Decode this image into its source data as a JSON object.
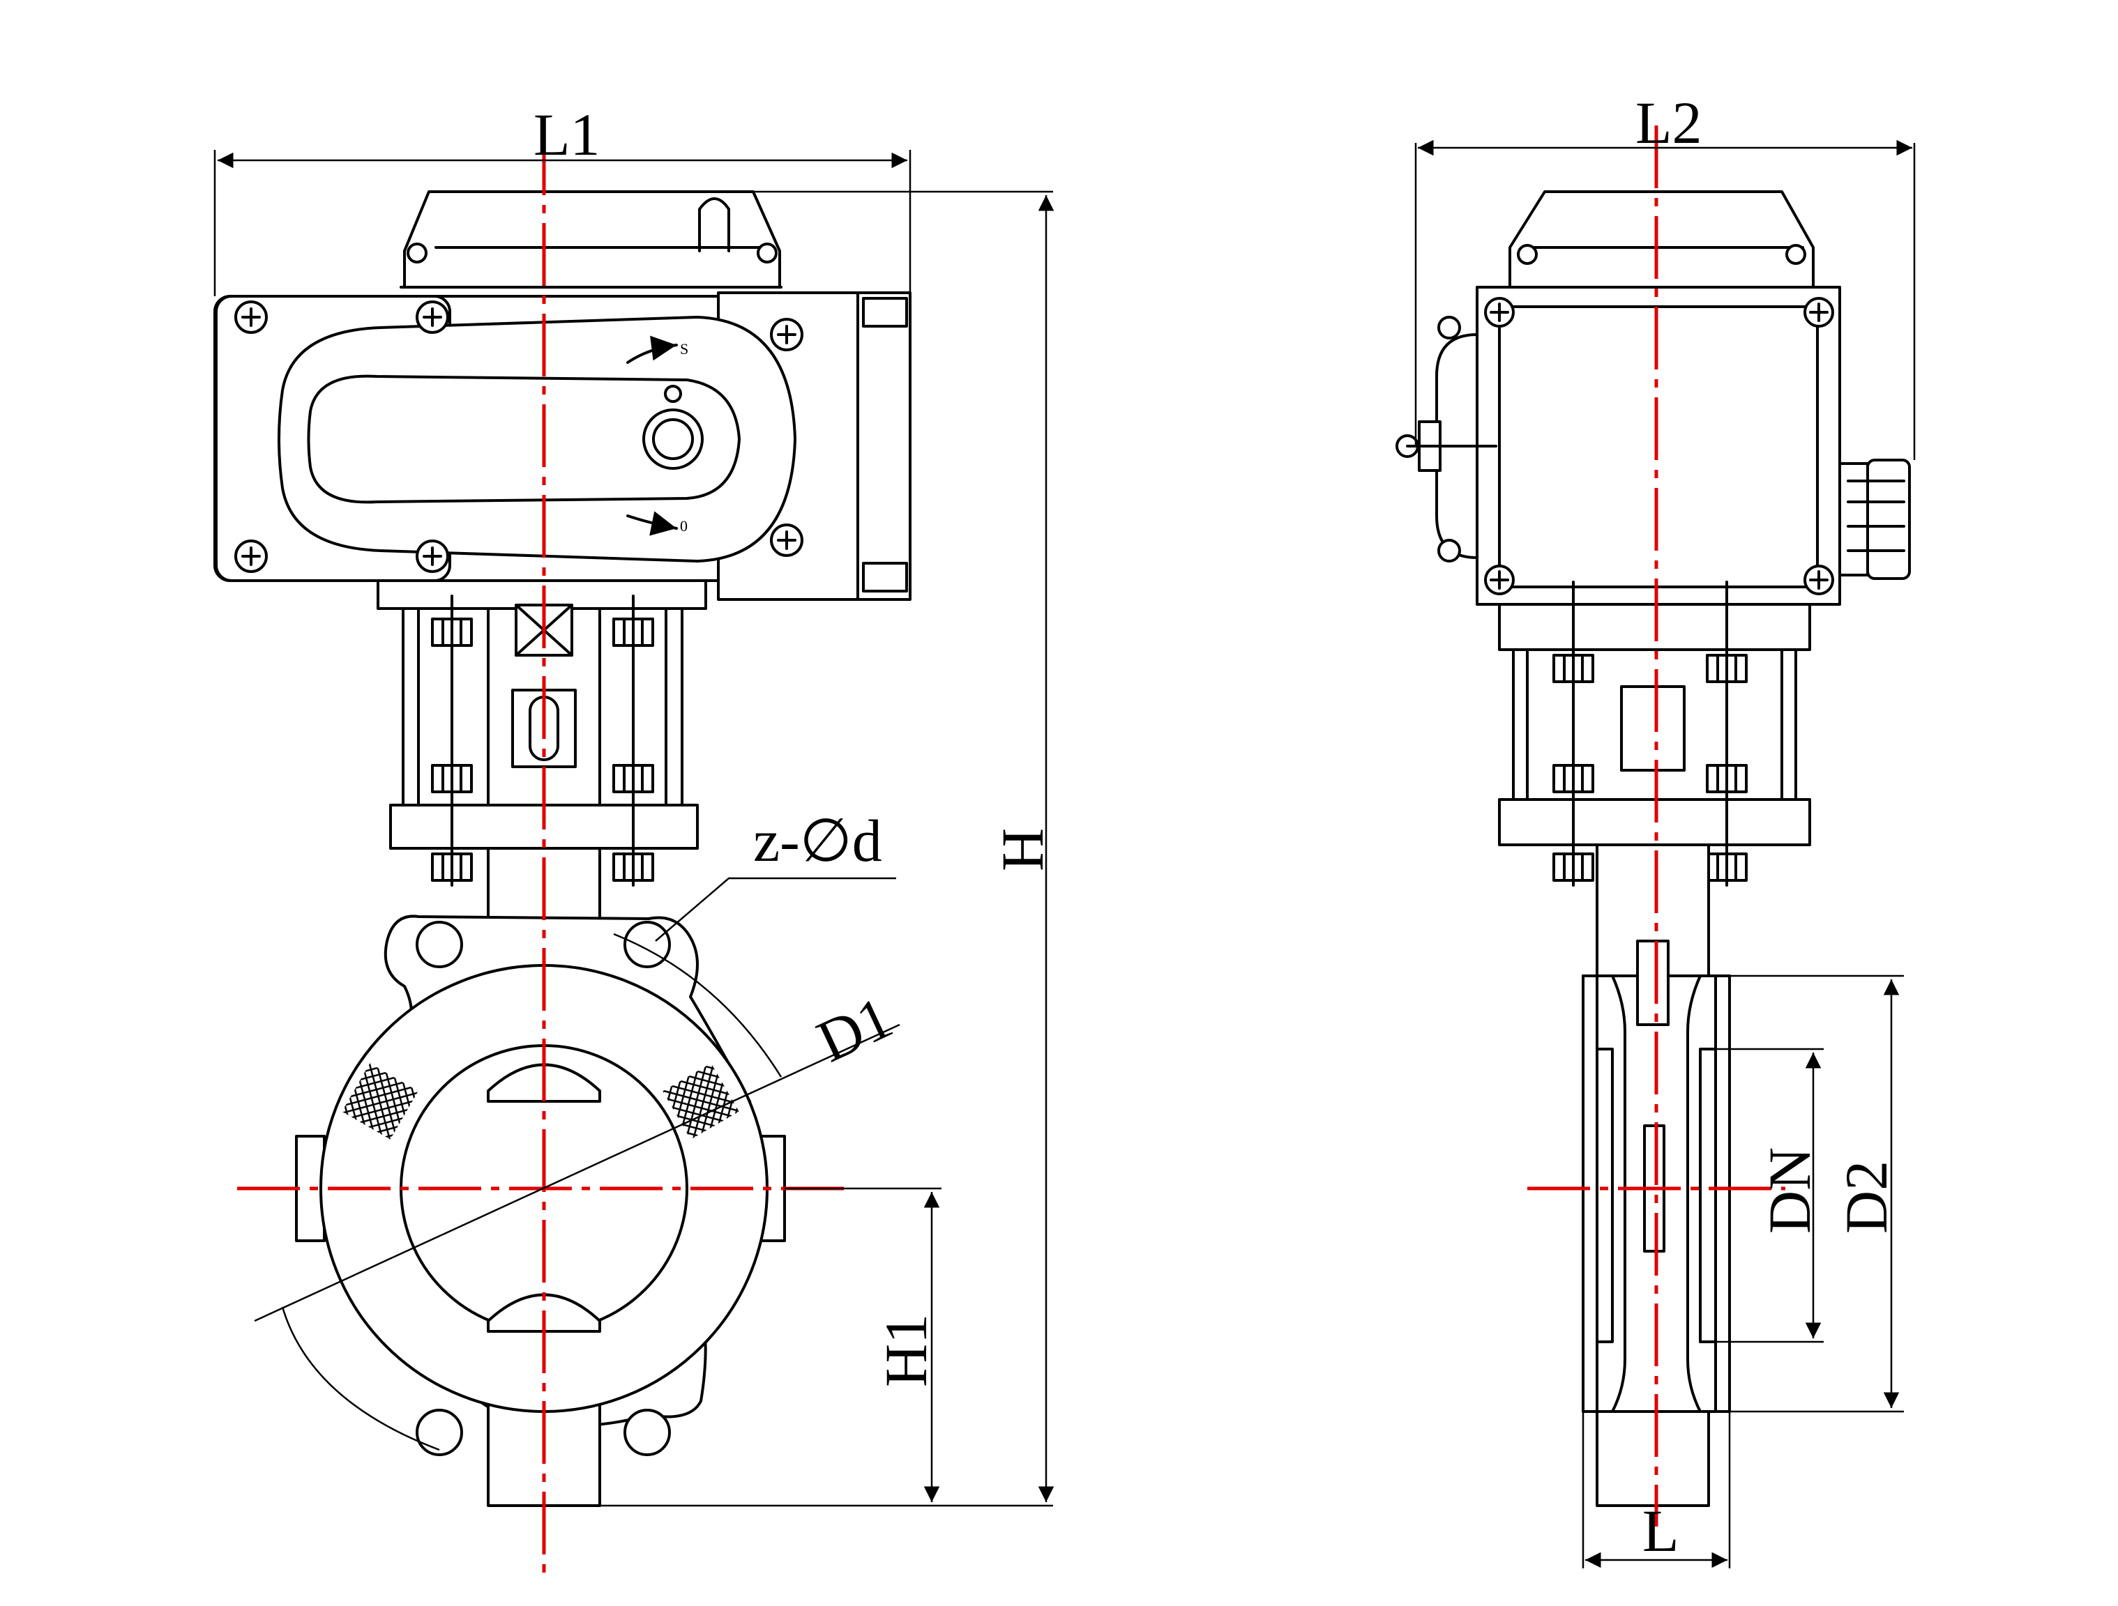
{
  "labels": {
    "L1": "L1",
    "L2": "L2",
    "H": "H",
    "H1": "H1",
    "D1": "D1",
    "D2": "D2",
    "DN": "DN",
    "L": "L",
    "bolt_holes": "z-∅d",
    "open_mark": "S",
    "close_mark": "0"
  },
  "colors": {
    "line": "#000000",
    "centerline": "#e00000",
    "background": "#ffffff"
  }
}
